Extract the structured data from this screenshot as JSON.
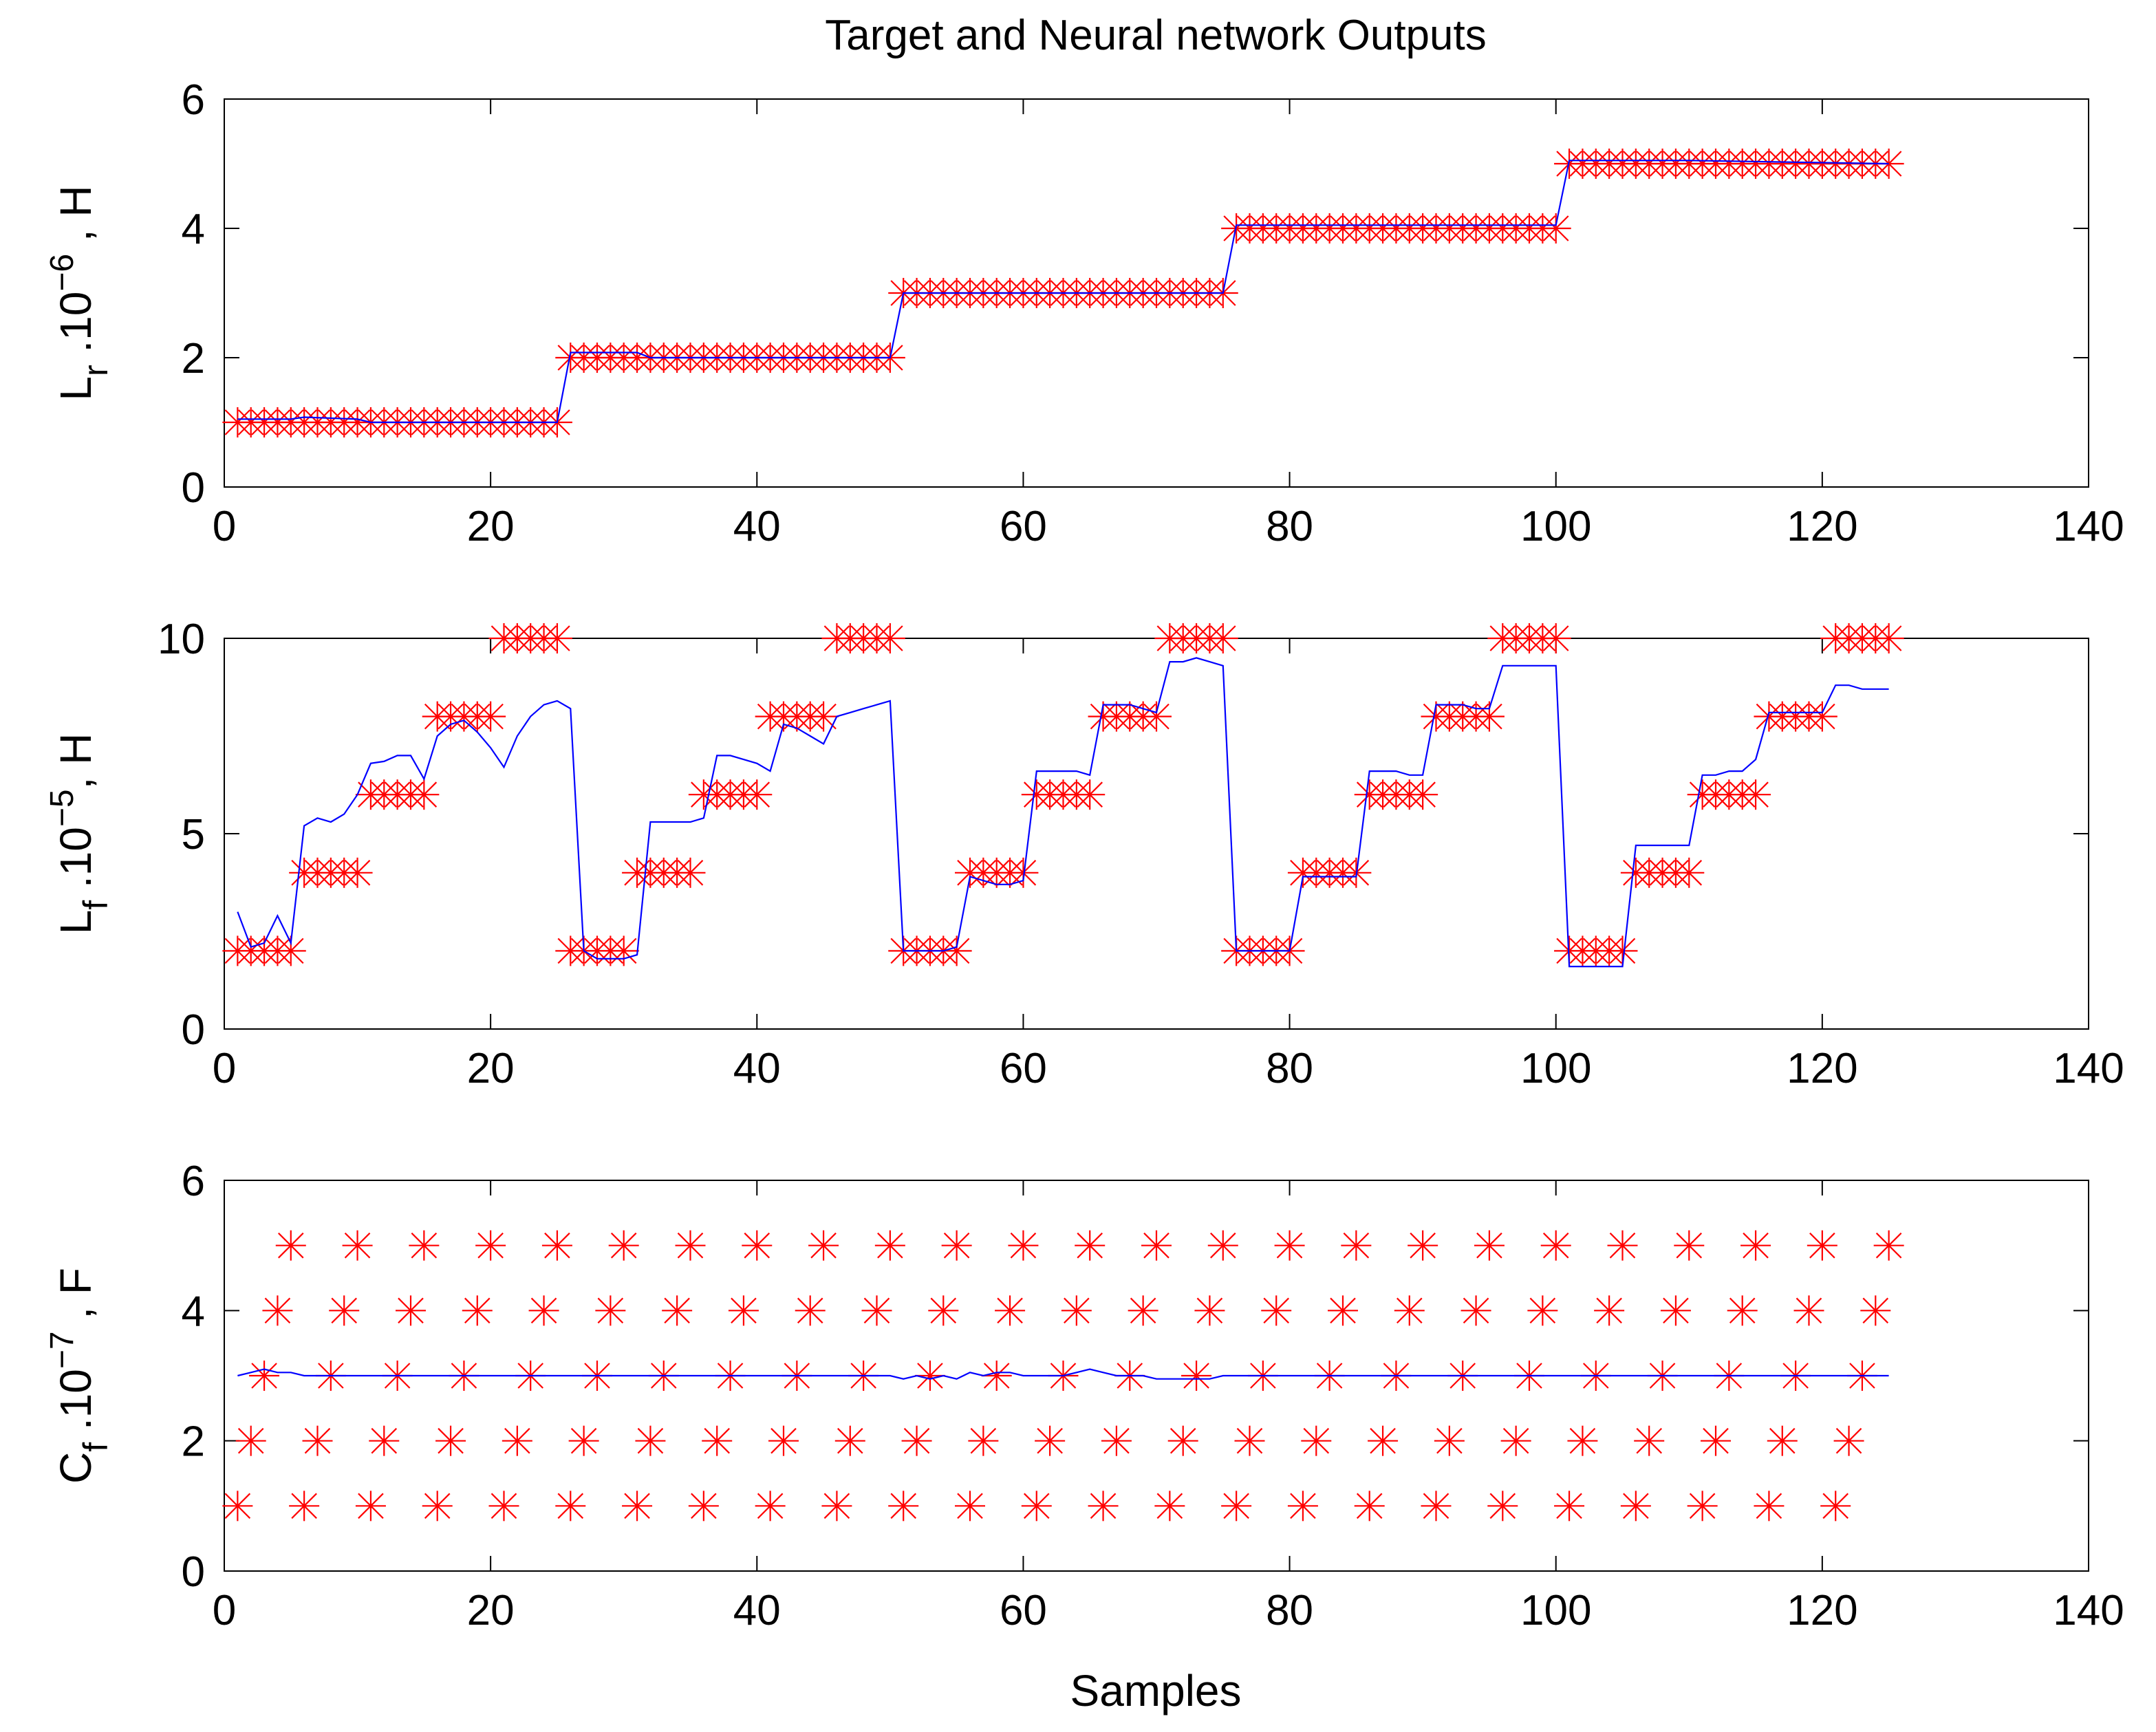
{
  "figure": {
    "title": "Target and Neural network Outputs",
    "xlabel": "Samples"
  },
  "colors": {
    "target": "#ff0000",
    "output": "#0000ff",
    "axes": "#000000"
  },
  "chart_data": [
    {
      "type": "scatter",
      "ylabel": "L_r .10^-6 , H",
      "ylabel_main": "L",
      "ylabel_sub": "r",
      "ylabel_mid": " .10",
      "ylabel_sup": "−6",
      "ylabel_end": " , H",
      "xlim": [
        0,
        140
      ],
      "ylim": [
        0,
        6
      ],
      "xticks": [
        0,
        20,
        40,
        60,
        80,
        100,
        120,
        140
      ],
      "yticks": [
        0,
        2,
        4,
        6
      ],
      "target_levels": [
        1,
        2,
        3,
        4,
        5
      ],
      "target_block_size": 25,
      "output": {
        "x": [
          1,
          5,
          6,
          10,
          11,
          25,
          26,
          31,
          32,
          50,
          51,
          75,
          76,
          100,
          101,
          110,
          125
        ],
        "y": [
          1.05,
          1.05,
          1.08,
          1.05,
          1.0,
          1.0,
          2.08,
          2.08,
          2.0,
          2.0,
          3.0,
          3.0,
          4.05,
          4.05,
          5.05,
          5.05,
          5.0
        ]
      }
    },
    {
      "type": "scatter",
      "ylabel": "L_f .10^-5, H",
      "ylabel_main": "L",
      "ylabel_sub": "f",
      "ylabel_mid": " .10",
      "ylabel_sup": "−5",
      "ylabel_end": ", H",
      "xlim": [
        0,
        140
      ],
      "ylim": [
        0,
        10
      ],
      "xticks": [
        0,
        20,
        40,
        60,
        80,
        100,
        120,
        140
      ],
      "yticks": [
        0,
        5,
        10
      ],
      "target_levels": [
        2,
        4,
        6,
        8,
        10
      ],
      "target_block_size": 5,
      "output": {
        "x": [
          1,
          2,
          3,
          4,
          5,
          6,
          7,
          8,
          9,
          10,
          11,
          12,
          13,
          14,
          15,
          16,
          17,
          18,
          19,
          20,
          21,
          22,
          23,
          24,
          25,
          26,
          27,
          28,
          29,
          30,
          31,
          32,
          33,
          34,
          35,
          36,
          37,
          38,
          39,
          40,
          41,
          42,
          43,
          44,
          45,
          46,
          47,
          48,
          49,
          50,
          51,
          52,
          53,
          54,
          55,
          56,
          57,
          58,
          59,
          60,
          61,
          62,
          63,
          64,
          65,
          66,
          67,
          68,
          69,
          70,
          71,
          72,
          73,
          74,
          75,
          76,
          77,
          78,
          79,
          80,
          81,
          82,
          83,
          84,
          85,
          86,
          87,
          88,
          89,
          90,
          91,
          92,
          93,
          94,
          95,
          96,
          97,
          98,
          99,
          100,
          101,
          102,
          103,
          104,
          105,
          106,
          107,
          108,
          109,
          110,
          111,
          112,
          113,
          114,
          115,
          116,
          117,
          118,
          119,
          120,
          121,
          122,
          123,
          124,
          125
        ],
        "y": [
          3.0,
          2.1,
          2.2,
          2.9,
          2.2,
          5.2,
          5.4,
          5.3,
          5.5,
          6.0,
          6.8,
          6.85,
          7.0,
          7.0,
          6.4,
          7.5,
          7.8,
          7.9,
          7.6,
          7.2,
          6.7,
          7.5,
          8.0,
          8.3,
          8.4,
          8.2,
          2.0,
          1.8,
          1.8,
          1.8,
          1.9,
          5.3,
          5.3,
          5.3,
          5.3,
          5.4,
          7.0,
          7.0,
          6.9,
          6.8,
          6.6,
          7.8,
          7.7,
          7.5,
          7.3,
          8.0,
          8.1,
          8.2,
          8.3,
          8.4,
          2.0,
          2.0,
          2.0,
          2.0,
          2.1,
          3.9,
          3.8,
          3.7,
          3.7,
          3.8,
          6.6,
          6.6,
          6.6,
          6.6,
          6.5,
          8.3,
          8.3,
          8.3,
          8.2,
          8.1,
          9.4,
          9.4,
          9.5,
          9.4,
          9.3,
          2.0,
          2.0,
          2.0,
          2.0,
          2.0,
          3.9,
          3.9,
          3.9,
          3.9,
          3.9,
          6.6,
          6.6,
          6.6,
          6.5,
          6.5,
          8.3,
          8.3,
          8.3,
          8.2,
          8.2,
          9.3,
          9.3,
          9.3,
          9.3,
          9.3,
          1.6,
          1.6,
          1.6,
          1.6,
          1.6,
          4.7,
          4.7,
          4.7,
          4.7,
          4.7,
          6.5,
          6.5,
          6.6,
          6.6,
          6.9,
          8.1,
          8.1,
          8.1,
          8.1,
          8.1,
          8.8,
          8.8,
          8.7,
          8.7,
          8.7
        ]
      }
    },
    {
      "type": "scatter",
      "ylabel": "C_f .10^-7 , F",
      "ylabel_main": "C",
      "ylabel_sub": "f",
      "ylabel_mid": " .10",
      "ylabel_sup": "−7",
      "ylabel_end": " , F",
      "xlim": [
        0,
        140
      ],
      "ylim": [
        0,
        6
      ],
      "xticks": [
        0,
        20,
        40,
        60,
        80,
        100,
        120,
        140
      ],
      "yticks": [
        0,
        2,
        4,
        6
      ],
      "target_levels": [
        1,
        2,
        3,
        4,
        5
      ],
      "target_block_size": 1,
      "output": {
        "x": [
          1,
          2,
          3,
          4,
          5,
          6,
          20,
          50,
          51,
          52,
          53,
          54,
          55,
          56,
          57,
          58,
          59,
          60,
          61,
          62,
          63,
          64,
          65,
          66,
          67,
          68,
          69,
          70,
          71,
          72,
          73,
          74,
          75,
          76,
          77,
          125
        ],
        "y": [
          3.0,
          3.05,
          3.1,
          3.05,
          3.05,
          3.0,
          3.0,
          3.0,
          2.95,
          3.0,
          2.95,
          3.0,
          2.95,
          3.05,
          3.0,
          3.05,
          3.05,
          3.0,
          3.0,
          3.0,
          3.0,
          3.05,
          3.1,
          3.05,
          3.0,
          3.0,
          3.0,
          2.95,
          2.95,
          2.95,
          2.95,
          2.95,
          3.0,
          3.0,
          3.0,
          3.0
        ]
      }
    }
  ]
}
